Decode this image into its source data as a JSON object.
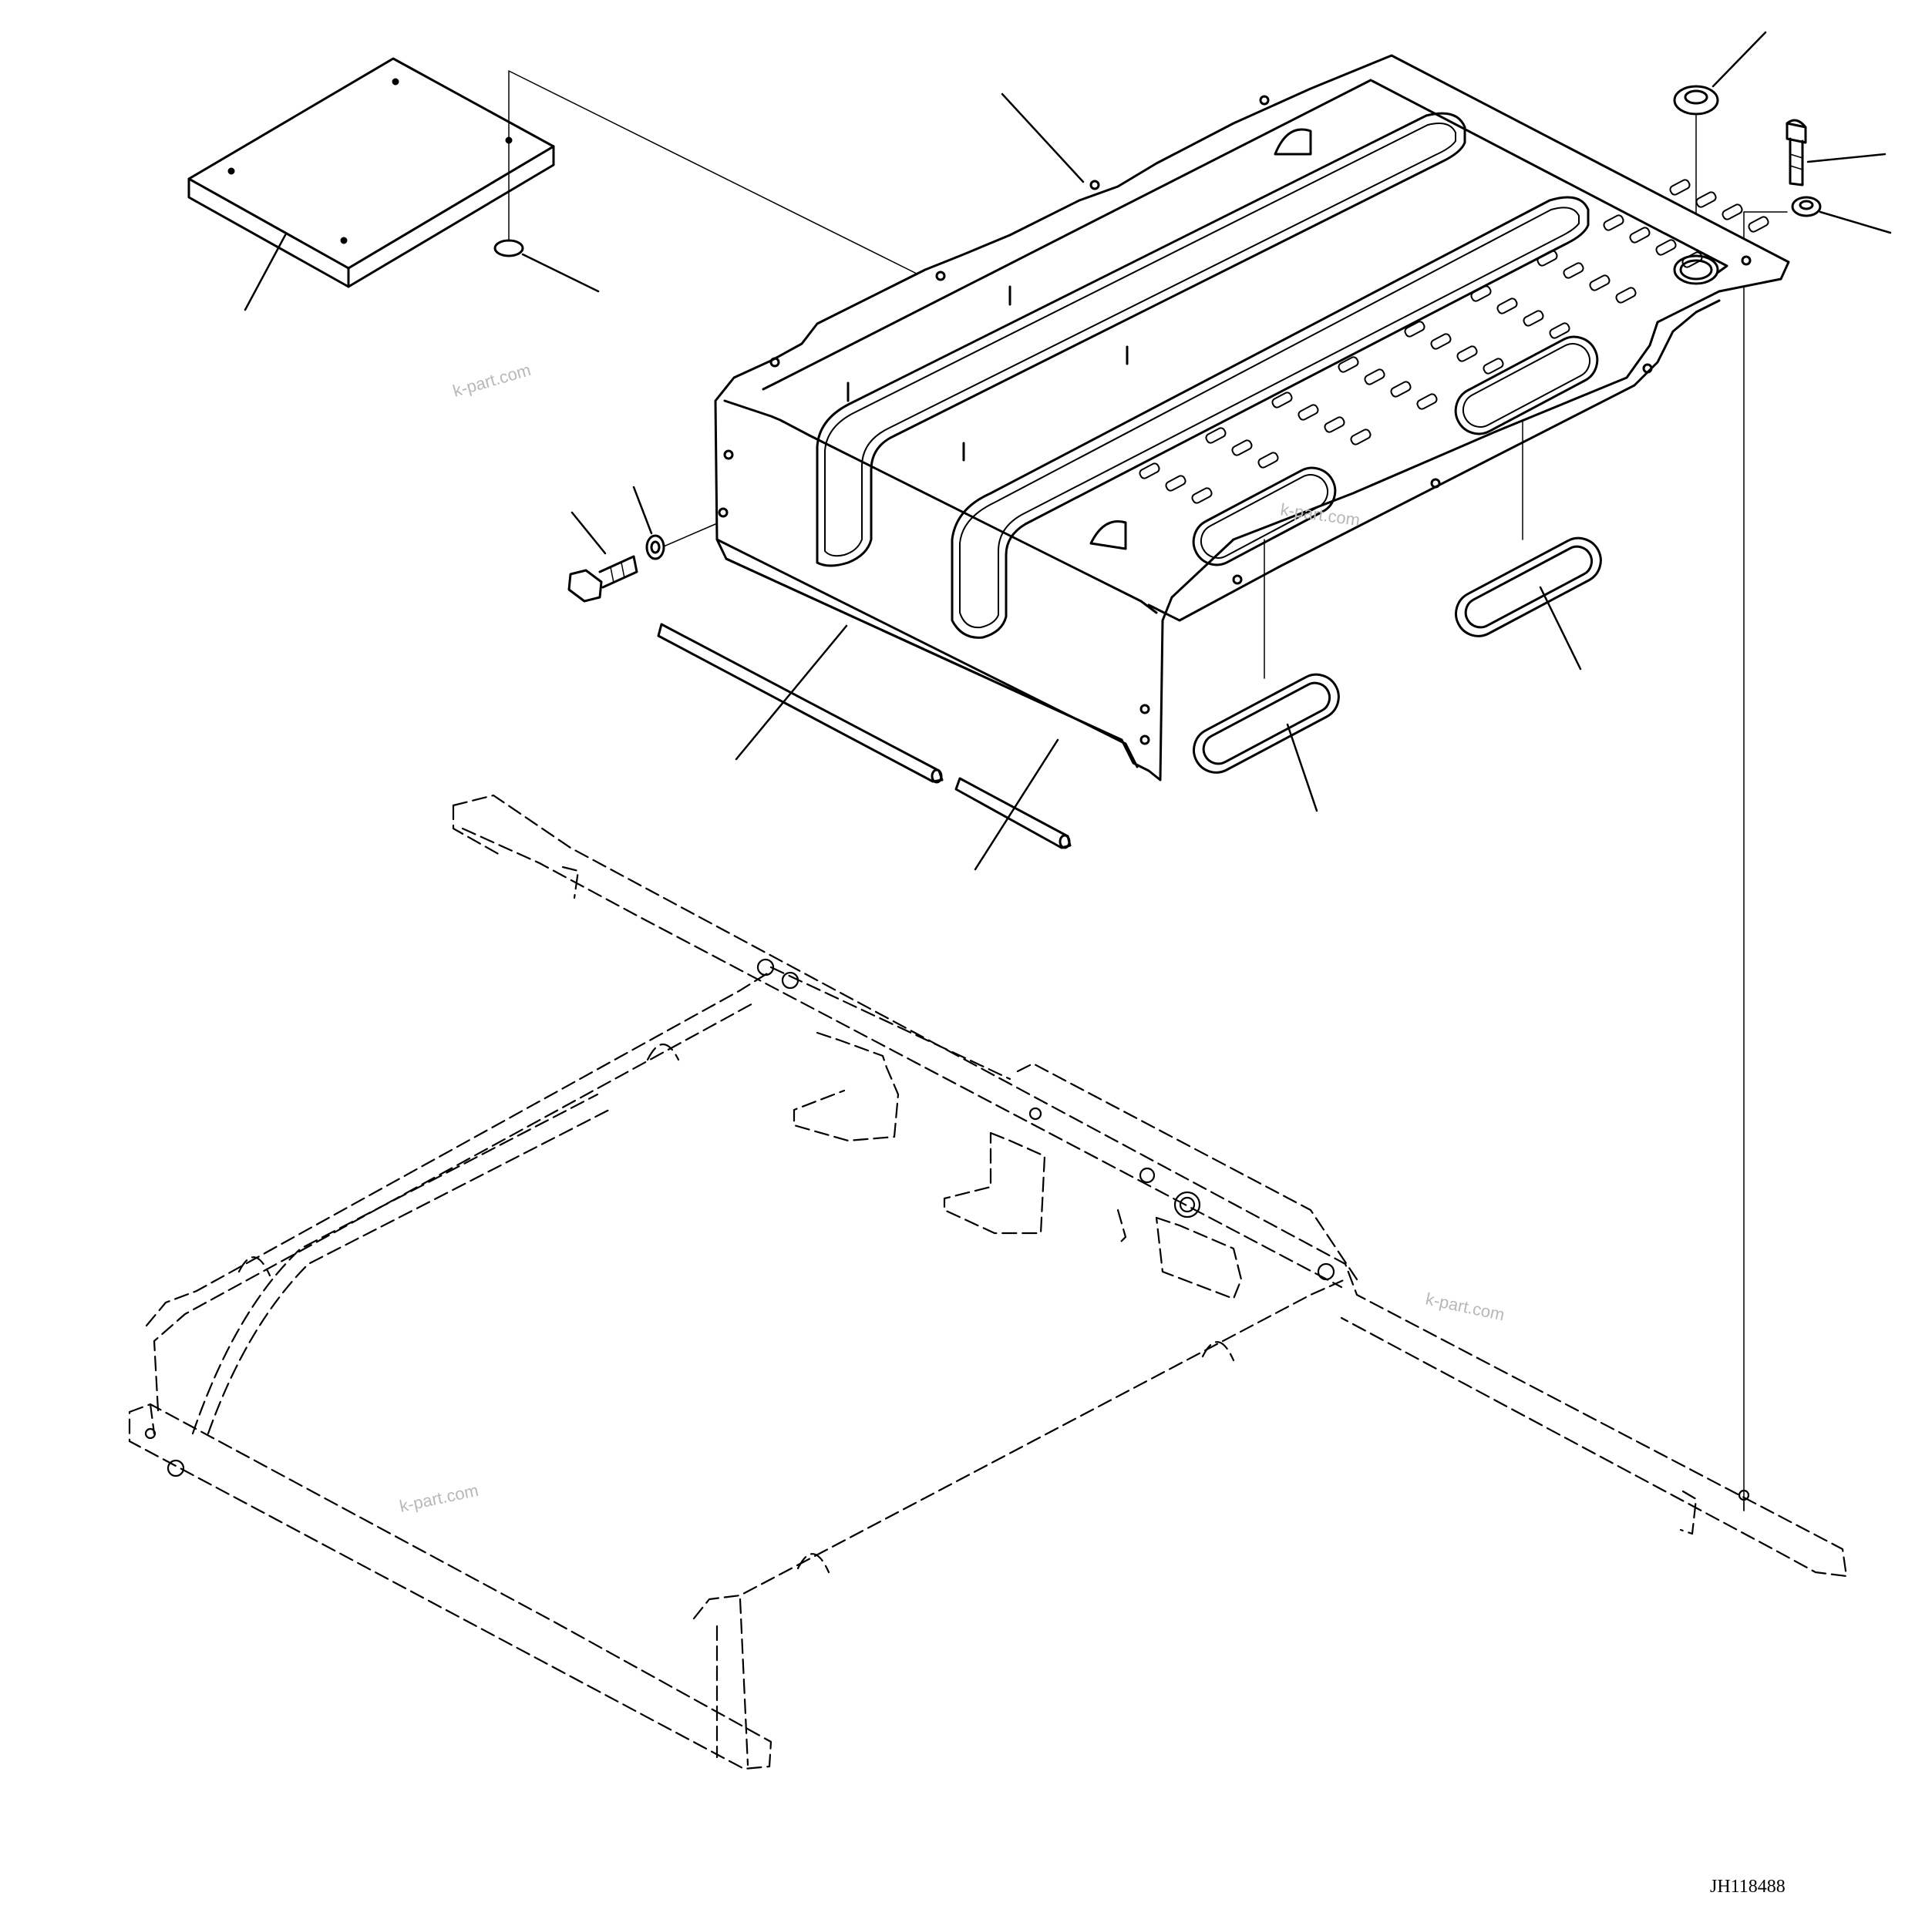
{
  "drawing": {
    "number": "JH118488",
    "watermark": "k-part.com",
    "line_color": "#000000",
    "background": "#ffffff"
  },
  "parts": [
    {
      "name": "seat-pad",
      "shape": "rectangular block"
    },
    {
      "name": "plug",
      "shape": "round cap"
    },
    {
      "name": "floor-cover",
      "shape": "pressed plate with louvres"
    },
    {
      "name": "washer",
      "shape": "ring"
    },
    {
      "name": "bolt",
      "shape": "hex bolt"
    },
    {
      "name": "small-washer",
      "shape": "ring"
    },
    {
      "name": "side-bolt",
      "shape": "hex bolt"
    },
    {
      "name": "side-washer",
      "shape": "ring"
    },
    {
      "name": "trim-long",
      "shape": "rod"
    },
    {
      "name": "trim-short",
      "shape": "rod"
    },
    {
      "name": "oval-seal-left",
      "shape": "oval grommet"
    },
    {
      "name": "oval-seal-right",
      "shape": "oval grommet"
    },
    {
      "name": "frame",
      "shape": "reference frame (dashed)"
    }
  ]
}
